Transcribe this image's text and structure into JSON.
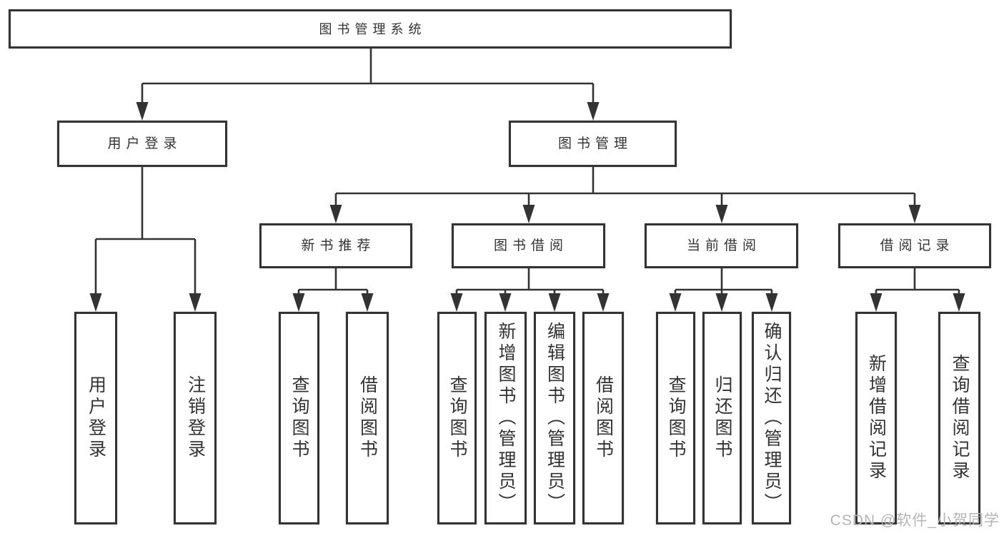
{
  "diagram": {
    "root": {
      "label": "图书管理系统"
    },
    "user_login": {
      "label": "用户登录",
      "children": [
        {
          "label": "用户登录"
        },
        {
          "label": "注销登录"
        }
      ]
    },
    "book_management": {
      "label": "图书管理",
      "sections": [
        {
          "label": "新书推荐",
          "children": [
            {
              "label": "查询图书"
            },
            {
              "label": "借阅图书"
            }
          ]
        },
        {
          "label": "图书借阅",
          "children": [
            {
              "label": "查询图书"
            },
            {
              "label": "新增图书（管理员）"
            },
            {
              "label": "编辑图书（管理员）"
            },
            {
              "label": "借阅图书"
            }
          ]
        },
        {
          "label": "当前借阅",
          "children": [
            {
              "label": "查询图书"
            },
            {
              "label": "归还图书"
            },
            {
              "label": "确认归还（管理员）"
            }
          ]
        },
        {
          "label": "借阅记录",
          "children": [
            {
              "label": "新增借阅记录"
            },
            {
              "label": "查询借阅记录"
            }
          ]
        }
      ]
    }
  },
  "watermark": {
    "text": "CSDN @软件_小贺同学"
  },
  "colors": {
    "line": "#333333",
    "box_border": "#333333",
    "text": "#333333",
    "background": "#ffffff",
    "watermark": "#b5b5b5"
  }
}
